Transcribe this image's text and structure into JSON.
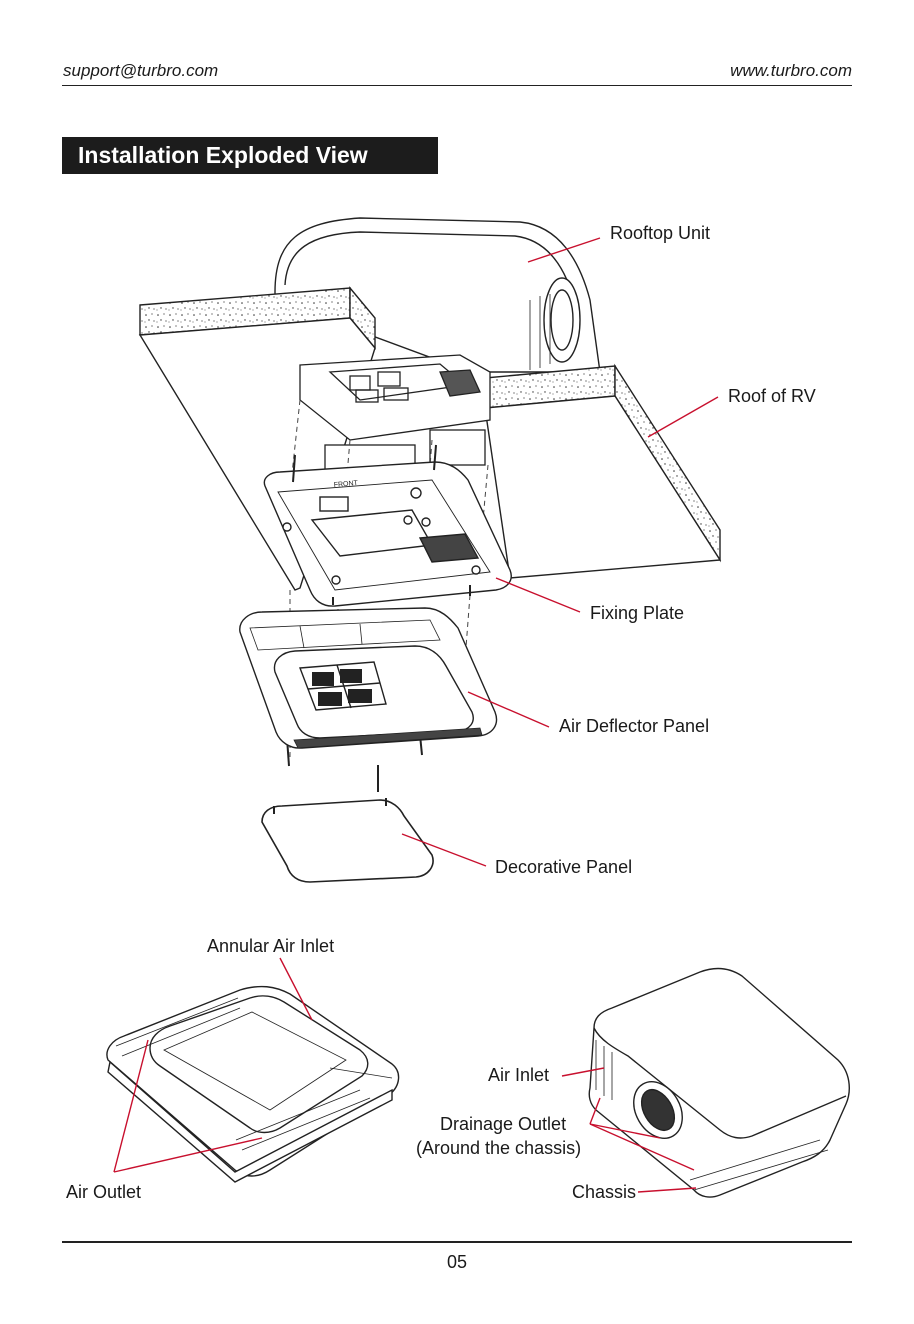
{
  "header": {
    "email": "support@turbro.com",
    "website": "www.turbro.com"
  },
  "section_title": "Installation Exploded View",
  "exploded_view": {
    "labels": {
      "rooftop_unit": "Rooftop Unit",
      "roof_of_rv": "Roof of RV",
      "fixing_plate": "Fixing Plate",
      "air_deflector_panel": "Air Deflector Panel",
      "decorative_panel": "Decorative Panel"
    },
    "plate_marking": "FRONT"
  },
  "deflector_view": {
    "labels": {
      "annular_air_inlet": "Annular Air Inlet",
      "air_outlet": "Air Outlet"
    }
  },
  "unit_view": {
    "labels": {
      "air_inlet": "Air Inlet",
      "drainage_outlet": "Drainage Outlet",
      "drainage_note": "(Around the chassis)",
      "chassis": "Chassis"
    }
  },
  "footer": {
    "page_number": "05"
  },
  "colors": {
    "leader_line": "#c8102e",
    "title_bar": "#1c1c1c"
  }
}
